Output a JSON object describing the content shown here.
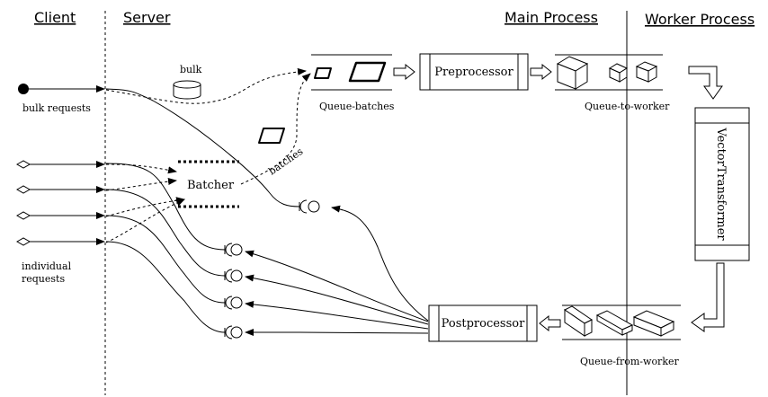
{
  "headers": {
    "client": "Client",
    "server": "Server",
    "main_process": "Main Process",
    "worker_process": "Worker Process"
  },
  "labels": {
    "bulk_requests": "bulk requests",
    "bulk": "bulk",
    "batcher": "Batcher",
    "batches": "batches",
    "individual_requests_1": "individual",
    "individual_requests_2": "requests",
    "queue_batches": "Queue-batches",
    "queue_to_worker": "Queue-to-worker",
    "queue_from_worker": "Queue-from-worker"
  },
  "boxes": {
    "preprocessor": "Preprocessor",
    "vector_transformer": "VectorTransformer",
    "postprocessor": "Postprocessor"
  }
}
